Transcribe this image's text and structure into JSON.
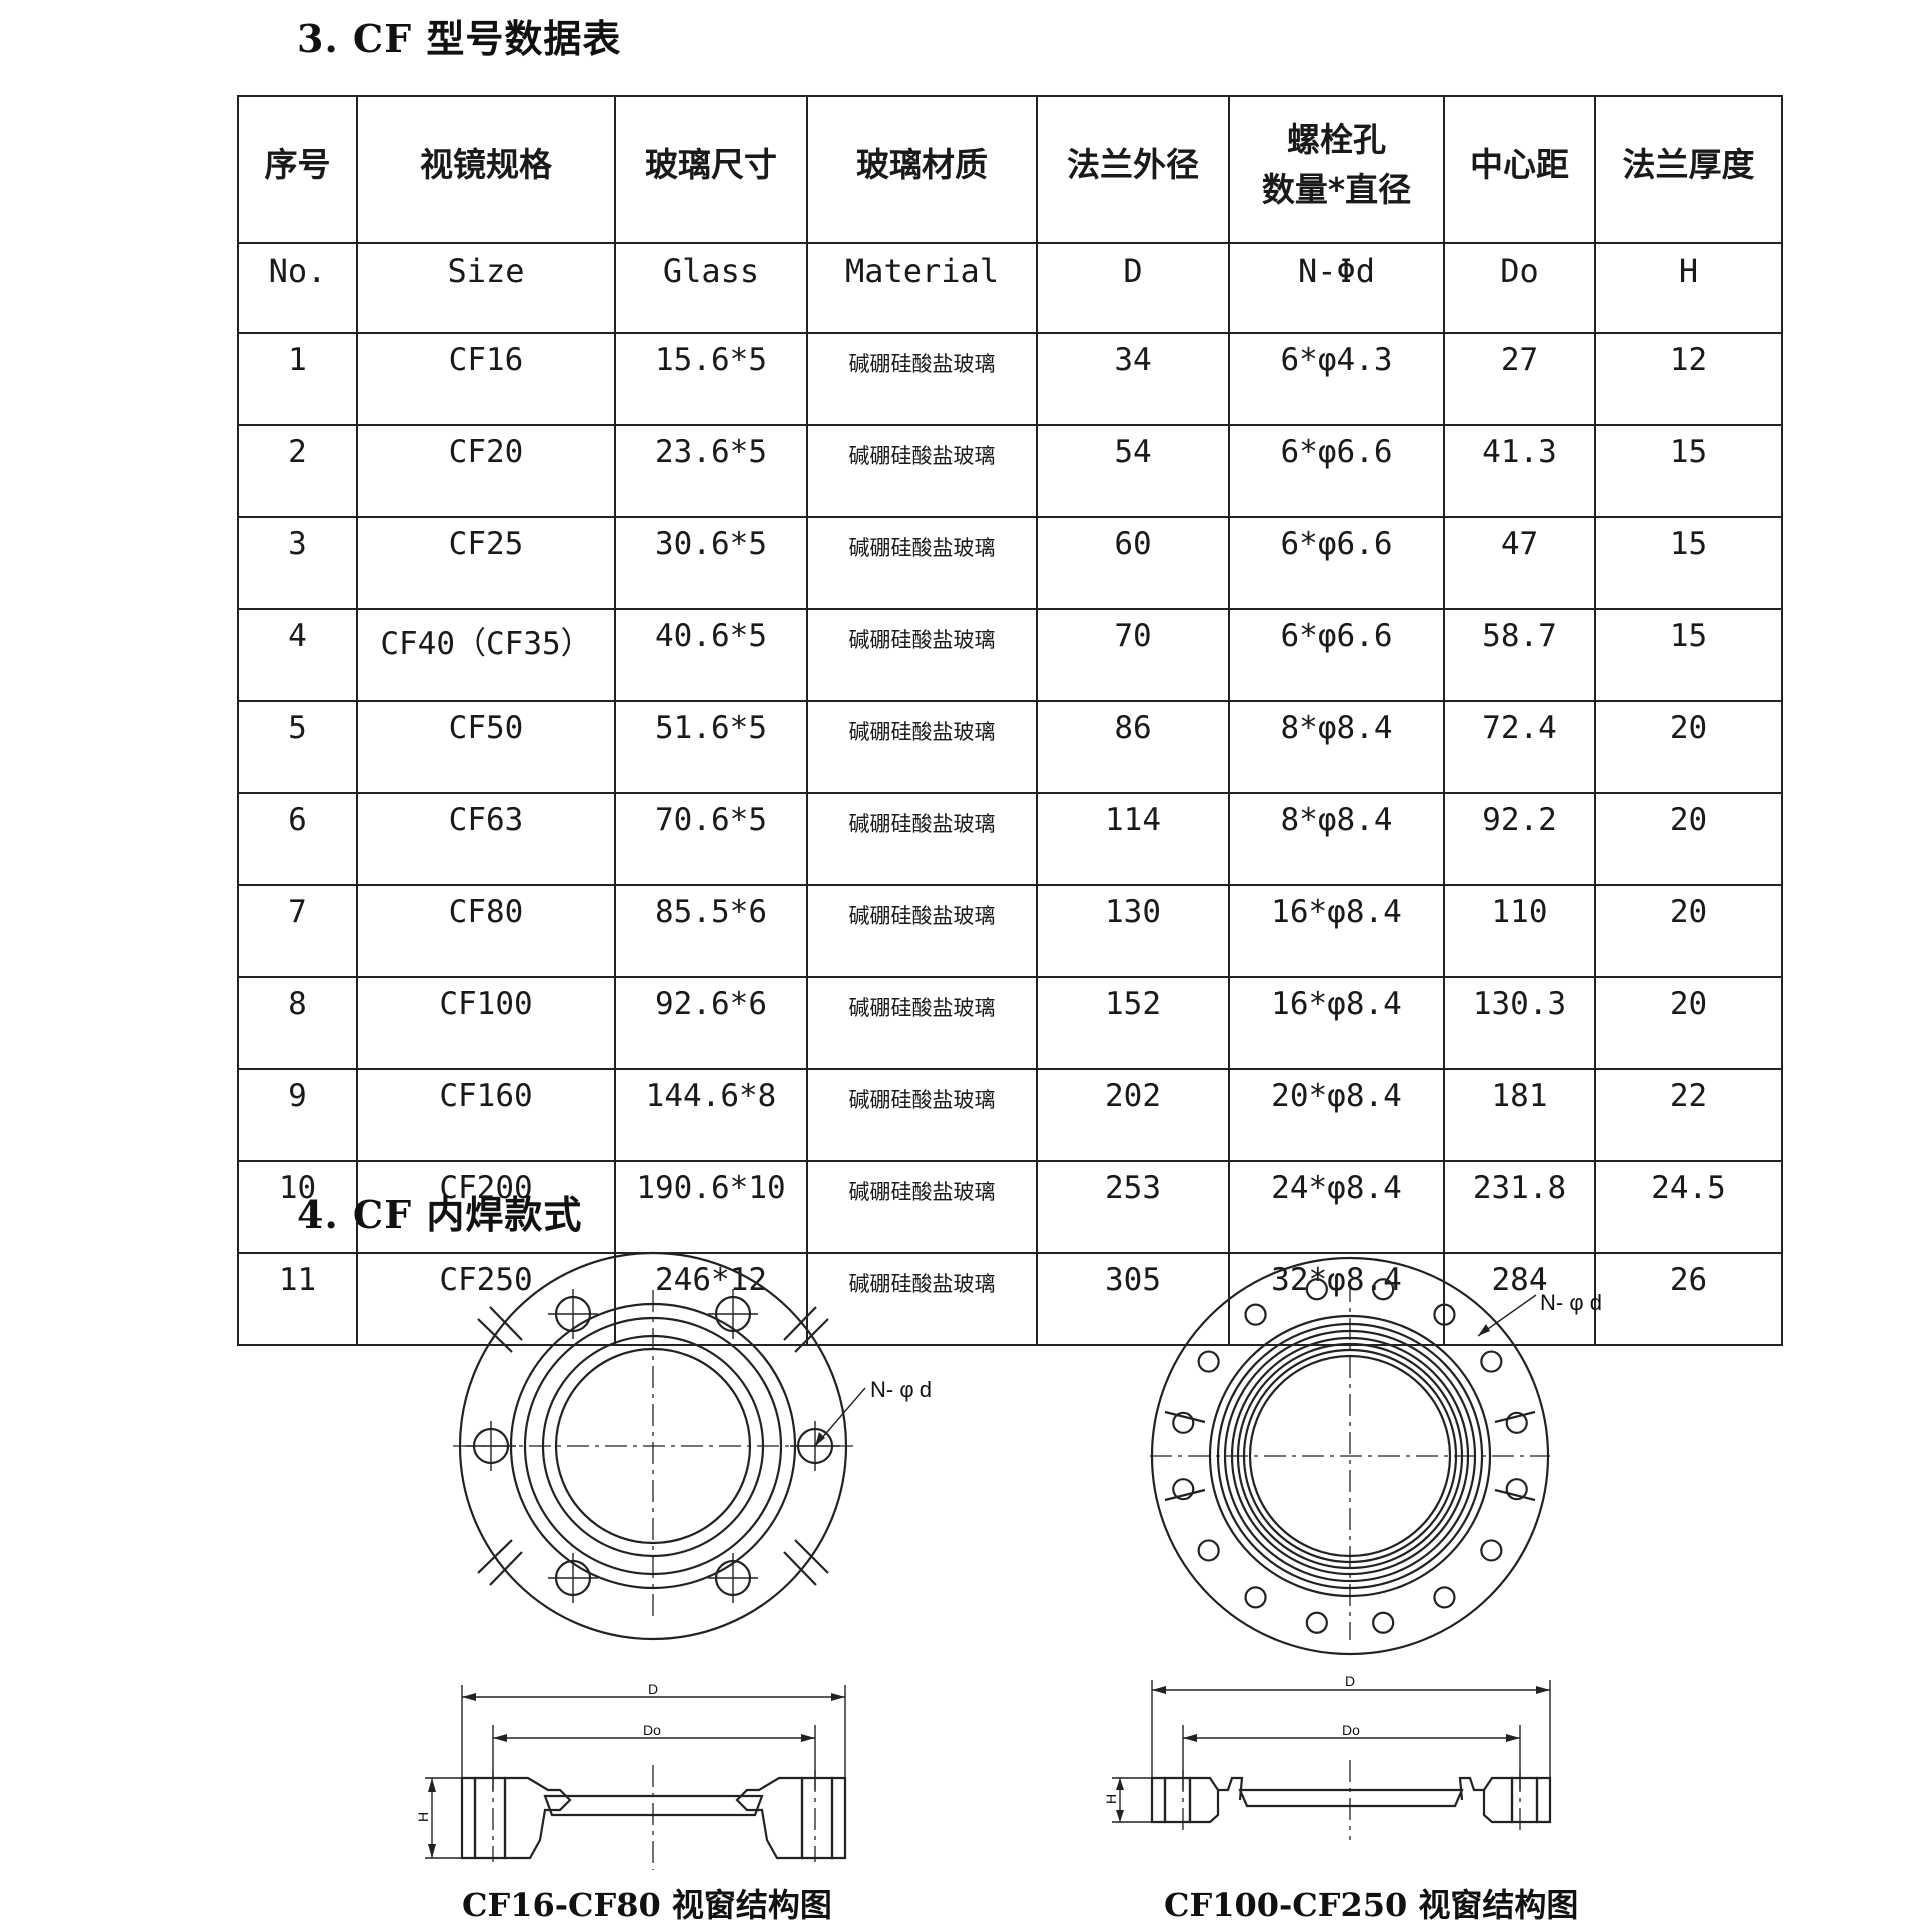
{
  "section3_title": "3. CF 型号数据表",
  "section4_title": "4. CF 内焊款式",
  "table": {
    "headers_cn": [
      "序号",
      "视镜规格",
      "玻璃尺寸",
      "玻璃材质",
      "法兰外径",
      "螺栓孔\n数量*直径",
      "中心距",
      "法兰厚度"
    ],
    "headers_en": [
      "No.",
      "Size",
      "Glass",
      "Material",
      "D",
      "N-Φd",
      "Do",
      "H"
    ],
    "rows": [
      [
        "1",
        "CF16",
        "15.6*5",
        "碱硼硅酸盐玻璃",
        "34",
        "6*φ4.3",
        "27",
        "12"
      ],
      [
        "2",
        "CF20",
        "23.6*5",
        "碱硼硅酸盐玻璃",
        "54",
        "6*φ6.6",
        "41.3",
        "15"
      ],
      [
        "3",
        "CF25",
        "30.6*5",
        "碱硼硅酸盐玻璃",
        "60",
        "6*φ6.6",
        "47",
        "15"
      ],
      [
        "4",
        "CF40（CF35）",
        "40.6*5",
        "碱硼硅酸盐玻璃",
        "70",
        "6*φ6.6",
        "58.7",
        "15"
      ],
      [
        "5",
        "CF50",
        "51.6*5",
        "碱硼硅酸盐玻璃",
        "86",
        "8*φ8.4",
        "72.4",
        "20"
      ],
      [
        "6",
        "CF63",
        "70.6*5",
        "碱硼硅酸盐玻璃",
        "114",
        "8*φ8.4",
        "92.2",
        "20"
      ],
      [
        "7",
        "CF80",
        "85.5*6",
        "碱硼硅酸盐玻璃",
        "130",
        "16*φ8.4",
        "110",
        "20"
      ],
      [
        "8",
        "CF100",
        "92.6*6",
        "碱硼硅酸盐玻璃",
        "152",
        "16*φ8.4",
        "130.3",
        "20"
      ],
      [
        "9",
        "CF160",
        "144.6*8",
        "碱硼硅酸盐玻璃",
        "202",
        "20*φ8.4",
        "181",
        "22"
      ],
      [
        "10",
        "CF200",
        "190.6*10",
        "碱硼硅酸盐玻璃",
        "253",
        "24*φ8.4",
        "231.8",
        "24.5"
      ],
      [
        "11",
        "CF250",
        "246*12",
        "碱硼硅酸盐玻璃",
        "305",
        "32*φ8.4",
        "284",
        "26"
      ]
    ]
  },
  "drawings": {
    "left_caption": "CF16-CF80 视窗结构图",
    "right_caption": "CF100-CF250 视窗结构图",
    "bolt_label": "N- φ d",
    "dim_D": "D",
    "dim_Do": "Do",
    "dim_H": "H"
  }
}
